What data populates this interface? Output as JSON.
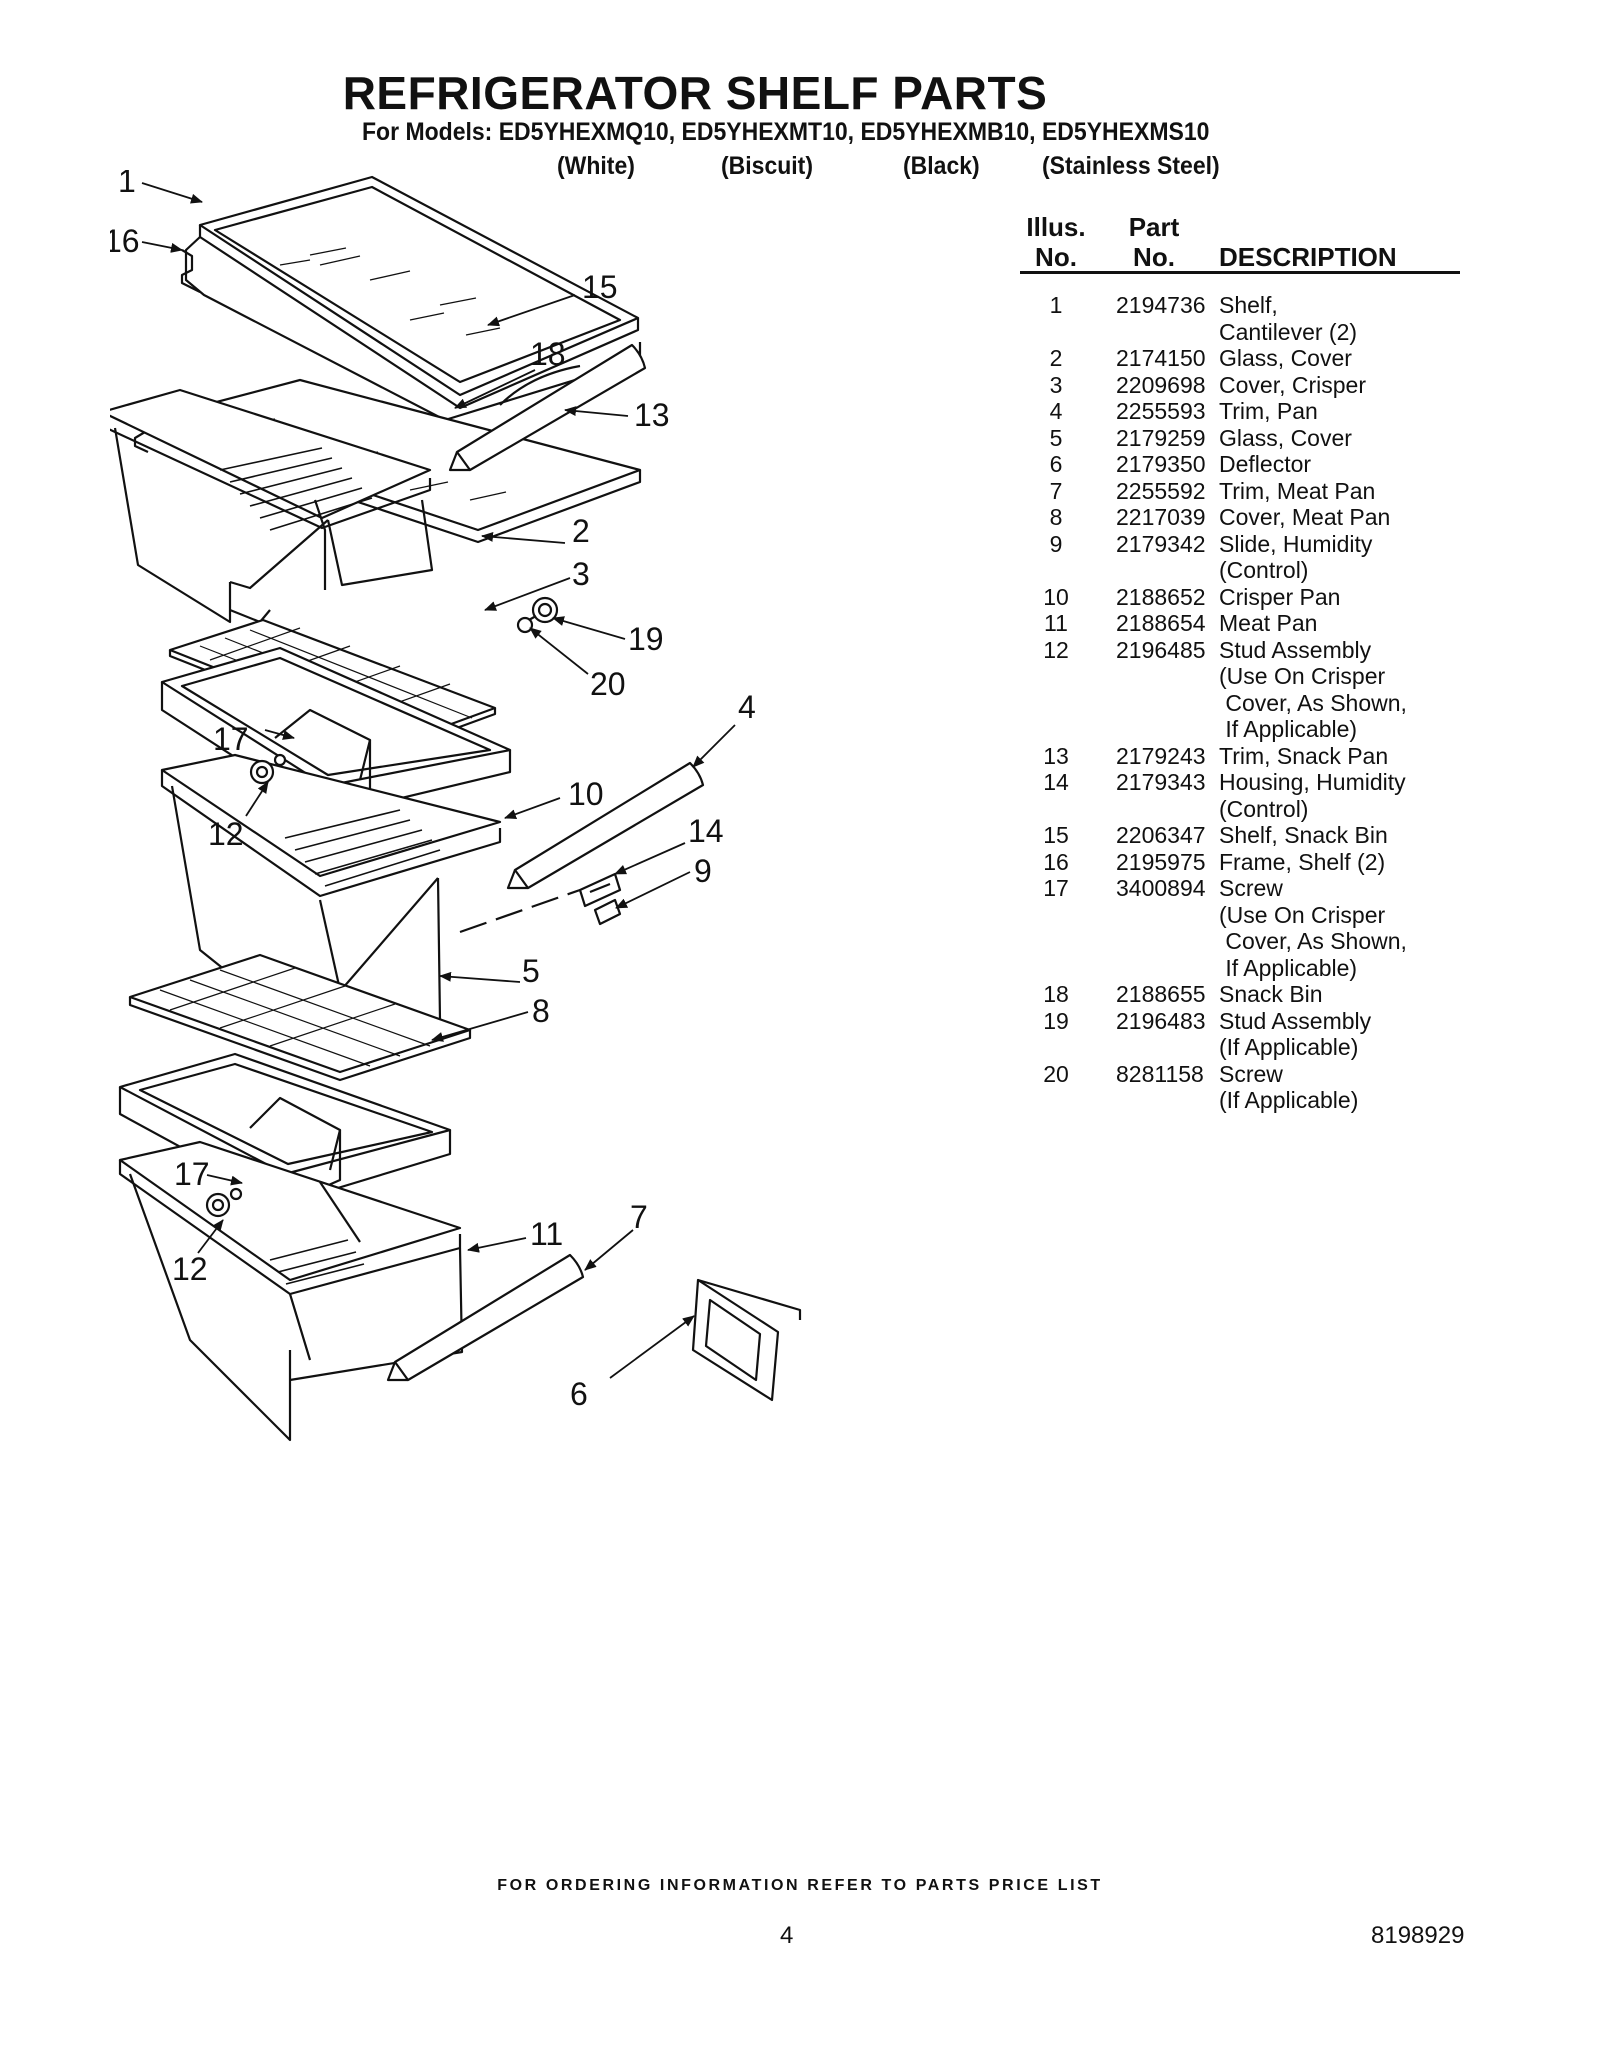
{
  "header": {
    "title": "REFRIGERATOR SHELF PARTS",
    "models_line": "For Models: ED5YHEXMQ10, ED5YHEXMT10, ED5YHEXMB10, ED5YHEXMS10",
    "colors": [
      "(White)",
      "(Biscuit)",
      "(Black)",
      "(Stainless Steel)"
    ]
  },
  "diagram": {
    "callouts": [
      "1",
      "16",
      "15",
      "18",
      "13",
      "2",
      "3",
      "19",
      "20",
      "4",
      "17",
      "12",
      "10",
      "14",
      "9",
      "5",
      "8",
      "17",
      "12",
      "11",
      "7",
      "6"
    ]
  },
  "parts_list": {
    "headers": {
      "illus_line1": "Illus.",
      "illus_line2": "No.",
      "part_line1": "Part",
      "part_line2": "No.",
      "description": "DESCRIPTION"
    },
    "rows": [
      {
        "illus": "1",
        "part": "2194736",
        "desc": "Shelf,\nCantilever (2)"
      },
      {
        "illus": "2",
        "part": "2174150",
        "desc": "Glass, Cover"
      },
      {
        "illus": "3",
        "part": "2209698",
        "desc": "Cover, Crisper"
      },
      {
        "illus": "4",
        "part": "2255593",
        "desc": "Trim, Pan"
      },
      {
        "illus": "5",
        "part": "2179259",
        "desc": "Glass, Cover"
      },
      {
        "illus": "6",
        "part": "2179350",
        "desc": "Deflector"
      },
      {
        "illus": "7",
        "part": "2255592",
        "desc": "Trim, Meat Pan"
      },
      {
        "illus": "8",
        "part": "2217039",
        "desc": "Cover, Meat Pan"
      },
      {
        "illus": "9",
        "part": "2179342",
        "desc": "Slide, Humidity\n(Control)"
      },
      {
        "illus": "10",
        "part": "2188652",
        "desc": "Crisper Pan"
      },
      {
        "illus": "11",
        "part": "2188654",
        "desc": "Meat Pan"
      },
      {
        "illus": "12",
        "part": "2196485",
        "desc": "Stud Assembly\n(Use On Crisper\n Cover, As Shown,\n If Applicable)"
      },
      {
        "illus": "13",
        "part": "2179243",
        "desc": "Trim, Snack Pan"
      },
      {
        "illus": "14",
        "part": "2179343",
        "desc": "Housing, Humidity\n(Control)"
      },
      {
        "illus": "15",
        "part": "2206347",
        "desc": "Shelf, Snack Bin"
      },
      {
        "illus": "16",
        "part": "2195975",
        "desc": "Frame, Shelf (2)"
      },
      {
        "illus": "17",
        "part": "3400894",
        "desc": "Screw\n(Use On Crisper\n Cover, As Shown,\n If Applicable)"
      },
      {
        "illus": "18",
        "part": "2188655",
        "desc": "Snack Bin"
      },
      {
        "illus": "19",
        "part": "2196483",
        "desc": "Stud Assembly\n(If Applicable)"
      },
      {
        "illus": "20",
        "part": "8281158",
        "desc": "Screw\n(If Applicable)"
      }
    ]
  },
  "footer": {
    "note": "FOR ORDERING INFORMATION REFER TO PARTS PRICE LIST",
    "page_number": "4",
    "document_number": "8198929"
  }
}
